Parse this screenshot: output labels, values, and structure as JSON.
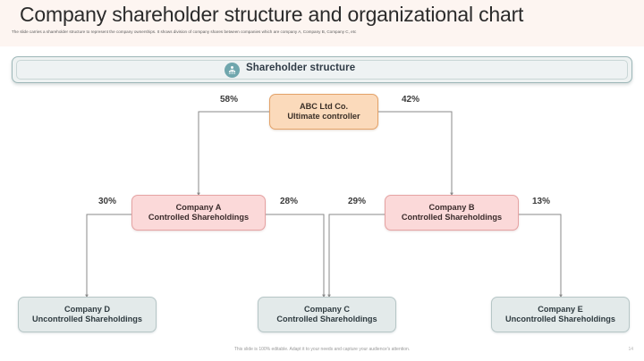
{
  "header": {
    "title": "Company shareholder structure and organizational chart",
    "subtitle": "The slide carries a shareholder structure to represent the company ownerships. It shows division of company shares between companies which are company A, Company B, Company C, etc",
    "band_color": "#fdf5f1"
  },
  "banner": {
    "title": "Shareholder structure",
    "icon": "people-group-icon",
    "border_color": "#9db7b8",
    "fill_color": "#eef2f2",
    "icon_color": "#6fa6ad"
  },
  "chart_data": {
    "type": "diagram",
    "title": "Shareholder structure",
    "nodes": [
      {
        "id": "root",
        "line1": "ABC Ltd Co.",
        "line2": "Ultimate controller",
        "level": 0,
        "style": "root",
        "fill": "#fbdabb",
        "border": "#e3a269"
      },
      {
        "id": "a",
        "line1": "Company A",
        "line2": "Controlled Shareholdings",
        "level": 1,
        "style": "mid",
        "fill": "#fbd9d9",
        "border": "#e5a3a3"
      },
      {
        "id": "b",
        "line1": "Company B",
        "line2": "Controlled Shareholdings",
        "level": 1,
        "style": "mid",
        "fill": "#fbd9d9",
        "border": "#e5a3a3"
      },
      {
        "id": "d",
        "line1": "Company D",
        "line2": "Uncontrolled Shareholdings",
        "level": 2,
        "style": "leaf",
        "fill": "#e3eaea",
        "border": "#b6c6c6"
      },
      {
        "id": "c",
        "line1": "Company C",
        "line2": "Controlled Shareholdings",
        "level": 2,
        "style": "leaf",
        "fill": "#e3eaea",
        "border": "#b6c6c6"
      },
      {
        "id": "e",
        "line1": "Company E",
        "line2": "Uncontrolled Shareholdings",
        "level": 2,
        "style": "leaf",
        "fill": "#e3eaea",
        "border": "#b6c6c6"
      }
    ],
    "edges": [
      {
        "from": "root",
        "to": "a",
        "label": "58%"
      },
      {
        "from": "root",
        "to": "b",
        "label": "42%"
      },
      {
        "from": "a",
        "to": "d",
        "label": "30%"
      },
      {
        "from": "a",
        "to": "c",
        "label": "28%"
      },
      {
        "from": "b",
        "to": "c",
        "label": "29%"
      },
      {
        "from": "b",
        "to": "e",
        "label": "13%"
      }
    ],
    "percent_labels": [
      "58%",
      "42%",
      "30%",
      "28%",
      "29%",
      "13%"
    ]
  },
  "footer": {
    "note": "This slide is 100% editable. Adapt it to your needs and capture your audience's attention.",
    "page_number": "14"
  }
}
